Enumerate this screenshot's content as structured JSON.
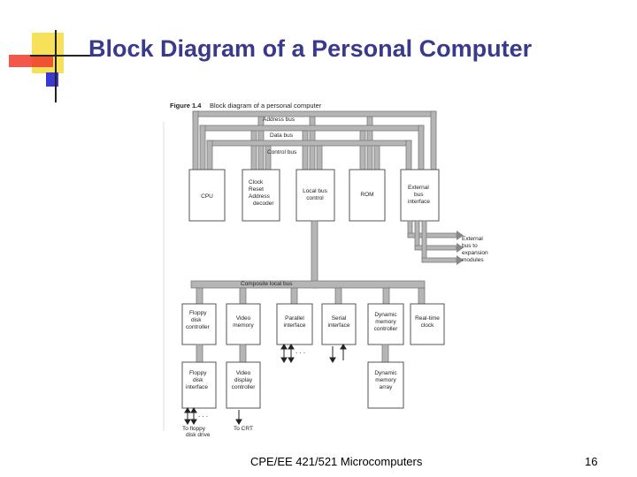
{
  "slide": {
    "title": "Block Diagram of a Personal Computer",
    "footer": "CPE/EE 421/521 Microcomputers",
    "page_number": "16"
  },
  "figure": {
    "caption_number": "Figure 1.4",
    "caption_text": "Block diagram of a personal computer",
    "buses": {
      "address": "Address bus",
      "data": "Data bus",
      "control": "Control bus",
      "composite": "Composite local bus"
    },
    "top_blocks": [
      [
        "CPU"
      ],
      [
        "Clock",
        "Reset",
        "Address",
        "decoder"
      ],
      [
        "Local bus",
        "control"
      ],
      [
        "ROM"
      ],
      [
        "External",
        "bus",
        "interface"
      ]
    ],
    "external_label": [
      "External",
      "bus to",
      "expansion",
      "modules"
    ],
    "lower_blocks": [
      [
        "Floppy",
        "disk",
        "controller"
      ],
      [
        "Video",
        "memory"
      ],
      [
        "Parallel",
        "interface"
      ],
      [
        "Serial",
        "interface"
      ],
      [
        "Dynamic",
        "memory",
        "controller"
      ],
      [
        "Real-time",
        "clock"
      ]
    ],
    "bottom_blocks": [
      [
        "Floppy",
        "disk",
        "interface"
      ],
      [
        "Video",
        "display",
        "controller"
      ],
      [
        "Dynamic",
        "memory",
        "array"
      ]
    ],
    "bottom_notes": {
      "floppy": [
        "To floppy",
        "disk drive"
      ],
      "crt": [
        "To CRT"
      ]
    }
  },
  "colors": {
    "title": "#3a3a8c",
    "deco_yellow": "#f7e05a",
    "deco_red": "#ee3a2a",
    "deco_blue": "#3a3ad0",
    "bus_fill": "#b5b5b5"
  }
}
